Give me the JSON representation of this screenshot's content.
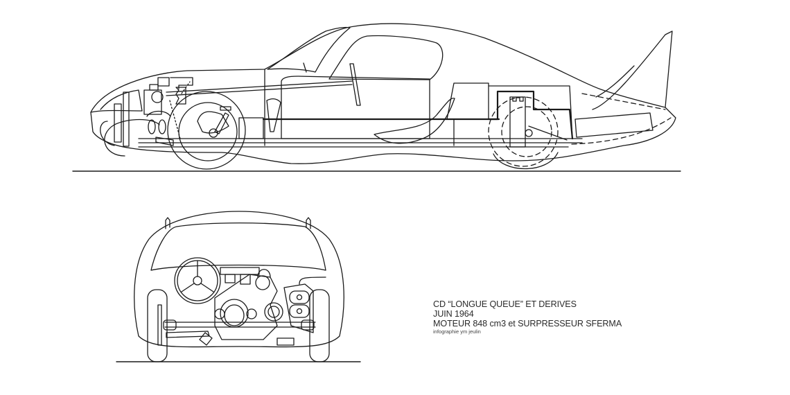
{
  "drawing": {
    "title": "Technical drawing of a CD long-tail race car",
    "views": [
      {
        "name": "side-view"
      },
      {
        "name": "front-view"
      }
    ],
    "line_color": "#1a1a1a",
    "background": "#ffffff"
  },
  "caption": {
    "lines": [
      "CD “LONGUE QUEUE” ET DERIVES",
      "JUIN 1964",
      "MOTEUR 848 cm3 et SURPRESSEUR SFERMA"
    ],
    "credit": "infographie ym jeulin"
  }
}
